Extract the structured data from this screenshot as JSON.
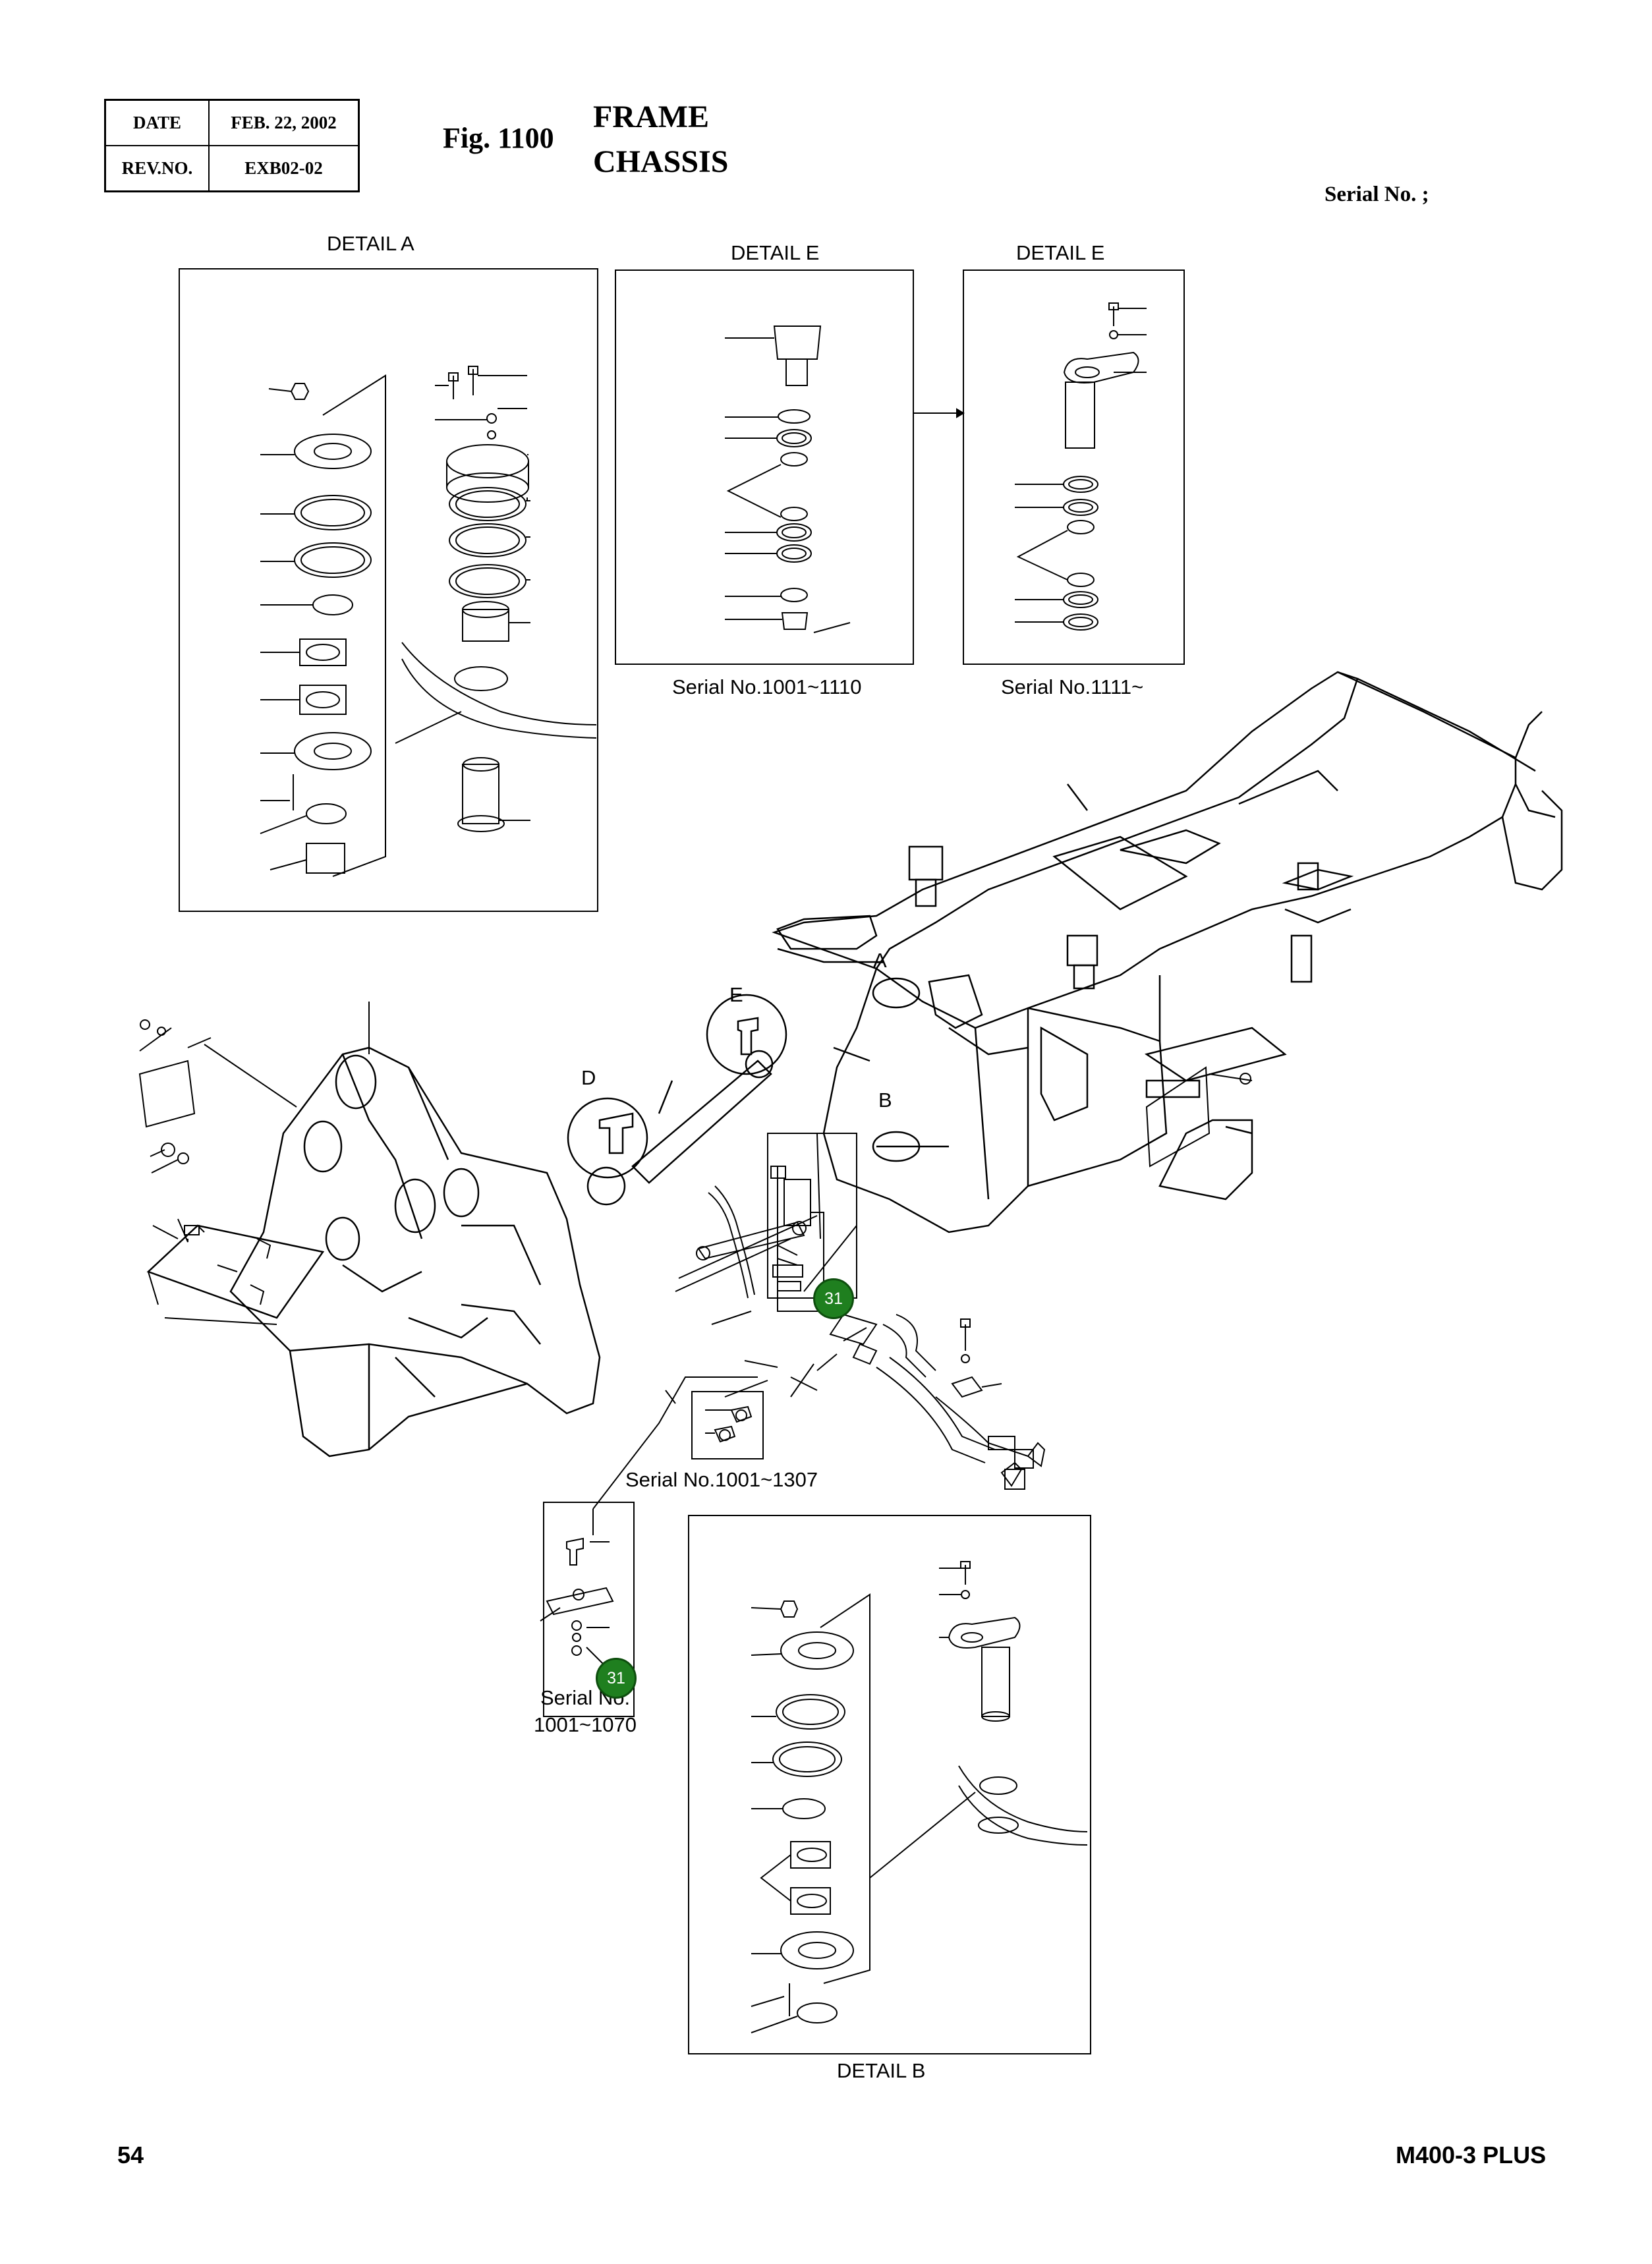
{
  "header": {
    "date_label": "DATE",
    "date_value": "FEB. 22, 2002",
    "rev_label": "REV.NO.",
    "rev_value": "EXB02-02",
    "fig_number": "Fig. 1100",
    "title_line1": "FRAME",
    "title_line2": "CHASSIS",
    "serial_label": "Serial No. ;"
  },
  "details": {
    "detail_a": "DETAIL A",
    "detail_e1": "DETAIL E",
    "detail_e2": "DETAIL E",
    "detail_b": "DETAIL B",
    "serial_e1": "Serial No.1001~1110",
    "serial_e2": "Serial No.1111~",
    "serial_fittings": "Serial No.1001~1307",
    "serial_link_line1": "Serial No.",
    "serial_link_line2": "1001~1070"
  },
  "callouts": {
    "a": "A",
    "b": "B",
    "d": "D",
    "e": "E"
  },
  "badges": {
    "main": "31",
    "inset": "31"
  },
  "footer": {
    "page_number": "54",
    "model": "M400-3 PLUS"
  }
}
